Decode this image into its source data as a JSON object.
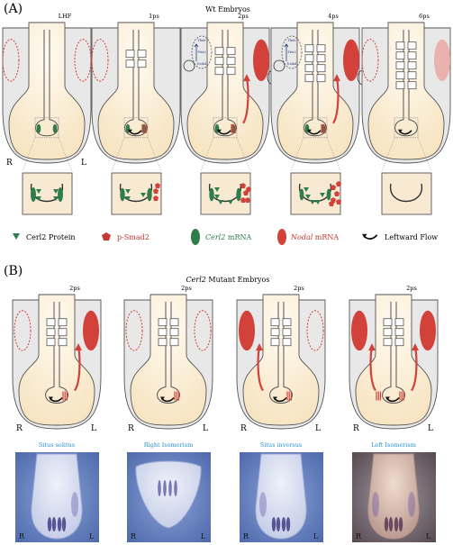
{
  "panels": {
    "a_label": "(A)",
    "a_title": "Wt Embryos",
    "b_label": "(B)",
    "b_title_italic": "Cerl2",
    "b_title_rest": " Mutant Embryos"
  },
  "wt_stages": [
    "LHF",
    "1ps",
    "2ps",
    "4ps",
    "6ps"
  ],
  "mutant_stages": [
    "2ps",
    "2ps",
    "2ps",
    "2ps"
  ],
  "side_labels": {
    "right": "R",
    "left": "L"
  },
  "inset_labels": {
    "top": "Tbx6",
    "mid": "Pitx2",
    "bottom": "Nodal"
  },
  "legend": [
    {
      "name": "cerl2-protein",
      "italic": "",
      "text": "Cerl2 Protein",
      "color": "#2e7d4a"
    },
    {
      "name": "p-smad2",
      "italic": "",
      "text": "p-Smad2",
      "color": "#c73a33"
    },
    {
      "name": "cerl2-mrna",
      "italic": "Cerl2",
      "text": " mRNA",
      "color": "#2e7d4a"
    },
    {
      "name": "nodal-mrna",
      "italic": "Nodal",
      "text": " mRNA",
      "color": "#c73a33"
    },
    {
      "name": "leftward-flow",
      "italic": "",
      "text": "Leftward Flow",
      "color": "#111111"
    }
  ],
  "phenotypes": [
    "Situs solitus",
    "Right Isomerism",
    "Situs inversus",
    "Left Isomerism"
  ],
  "colors": {
    "embryo_fill": "#fbeed5",
    "outline": "#555555",
    "lpm_fill": "#e8e8e8",
    "nodal": "#d2413a",
    "cerl2": "#2e7d4a",
    "flow": "#111111",
    "phenotype_text": "#2a8fcf",
    "photo_bg": "#6b85c4"
  }
}
